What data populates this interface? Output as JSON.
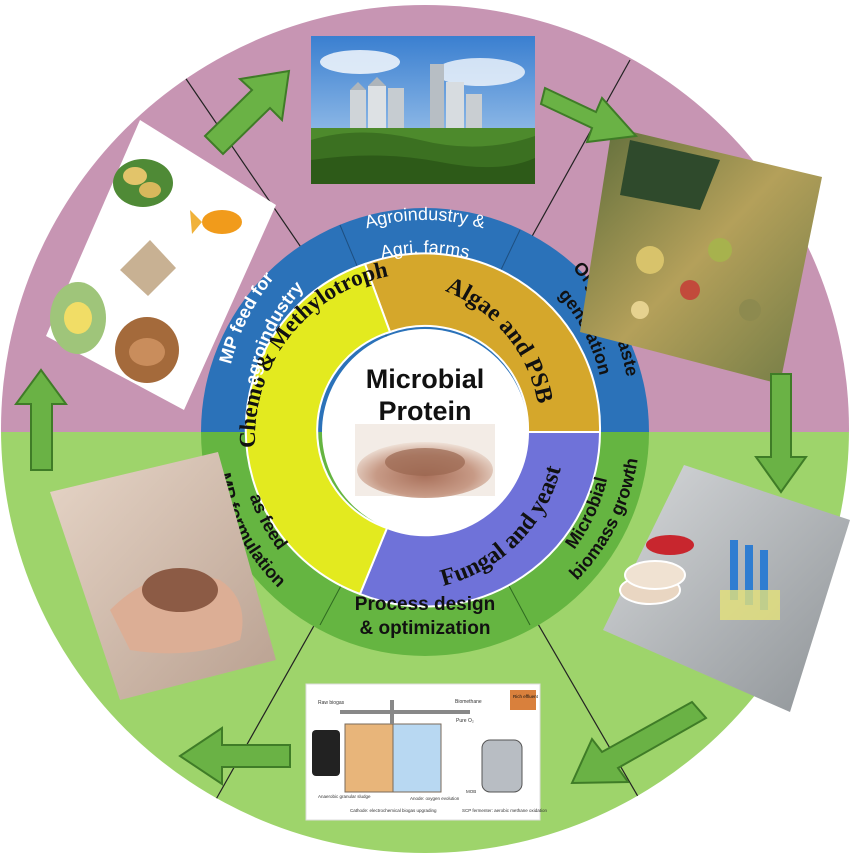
{
  "center": {
    "title_line1": "Microbial",
    "title_line2": "Protein"
  },
  "inner_ring": {
    "algae": "Algae and PSB",
    "fungal": "Fungal and yeast",
    "chemo": "Chemo & Methylotrophs"
  },
  "outer_ring": {
    "agro_line1": "Agroindustry &",
    "agro_line2": "Agri. farms",
    "organic_line1": "Organic waste",
    "organic_line2": "generation",
    "growth_line1": "Microbial",
    "growth_line2": "biomass growth",
    "process_line1": "Process design",
    "process_line2": "& optimization",
    "formulation_line1": "MP formulation",
    "formulation_line2": "as feed",
    "feed_line1": "MP feed for",
    "feed_line2": "agroindustry"
  },
  "process_panel": {
    "raw_biogas": "Raw biogas",
    "biomethane": "Biomethane",
    "pure_o2": "Pure O₂",
    "rich_effluent": "Rich effluent",
    "anaerobic": "Anaerobic granular sludge",
    "cathode": "Cathode: electrochemical biogas upgrading",
    "anode": "Anode: oxygen evolution",
    "scp": "SCP fermenter: aerobic methane oxidation",
    "mob": "MOB"
  },
  "colors": {
    "top_half": "#c795b3",
    "bottom_half": "#9ed46b",
    "blue_ring": "#2b72b9",
    "green_ring": "#65b541",
    "algae": "#d5a72b",
    "fungal": "#6f72d9",
    "chemo": "#e3ea1f",
    "arrow": "#6ab245"
  },
  "icons": [
    "arrow-icon",
    "silo-icon",
    "petri-dish-icon",
    "reactor-icon",
    "hands-icon",
    "chick-icon",
    "fish-icon",
    "pig-icon"
  ]
}
